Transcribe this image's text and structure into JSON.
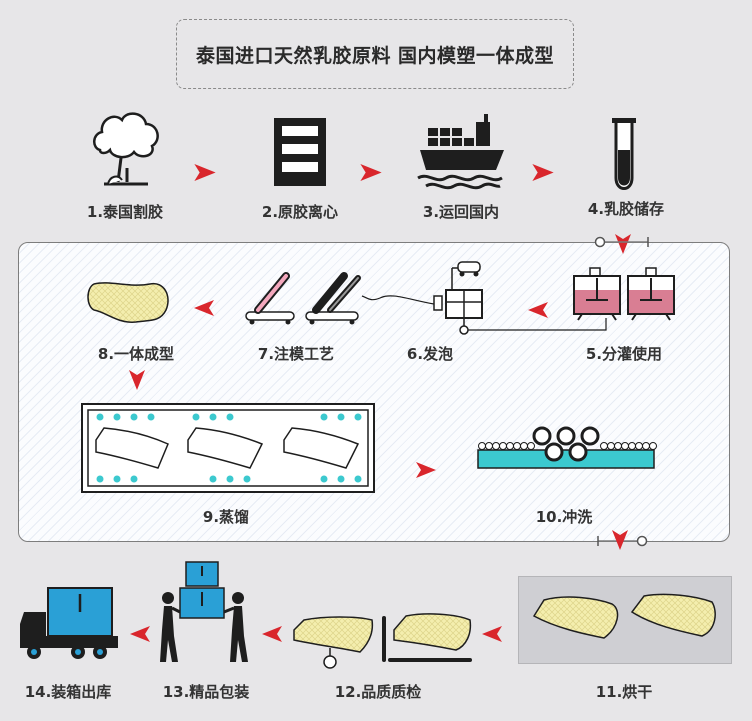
{
  "title": "泰国进口天然乳胶原料 国内模塑一体成型",
  "steps": [
    {
      "id": 1,
      "label": "1.泰国割胶",
      "icon": "tree-icon"
    },
    {
      "id": 2,
      "label": "2.原胶离心",
      "icon": "centrifuge-icon"
    },
    {
      "id": 3,
      "label": "3.运回国内",
      "icon": "cargo-ship-icon"
    },
    {
      "id": 4,
      "label": "4.乳胶储存",
      "icon": "test-tube-icon"
    },
    {
      "id": 5,
      "label": "5.分灌使用",
      "icon": "tanks-icon"
    },
    {
      "id": 6,
      "label": "6.发泡",
      "icon": "foaming-machine-icon"
    },
    {
      "id": 7,
      "label": "7.注模工艺",
      "icon": "injection-mold-icon"
    },
    {
      "id": 8,
      "label": "8.一体成型",
      "icon": "pillow-icon"
    },
    {
      "id": 9,
      "label": "9.蒸馏",
      "icon": "steam-chamber-icon"
    },
    {
      "id": 10,
      "label": "10.冲洗",
      "icon": "washing-rollers-icon"
    },
    {
      "id": 11,
      "label": "11.烘干",
      "icon": "drying-icon"
    },
    {
      "id": 12,
      "label": "12.品质质检",
      "icon": "inspection-icon"
    },
    {
      "id": 13,
      "label": "13.精品包装",
      "icon": "packing-people-icon"
    },
    {
      "id": 14,
      "label": "14.装箱出库",
      "icon": "truck-icon"
    }
  ],
  "colors": {
    "arrow": "#d9262c",
    "pillow": "#f4eeae",
    "pillow_grid": "#ddd48a",
    "cyan": "#3cc9cf",
    "tank": "#d97e93",
    "dark": "#1e1e1e",
    "truck_box": "#2aa0d6"
  }
}
